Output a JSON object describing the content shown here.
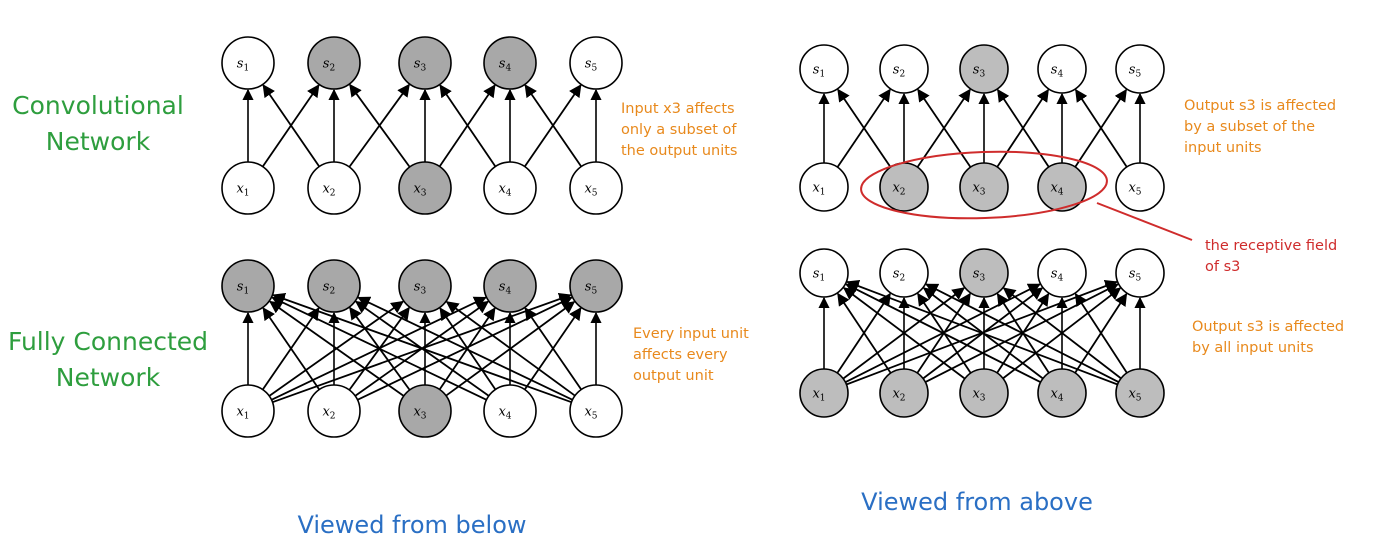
{
  "labels": {
    "conv": [
      "Convolutional",
      "Network"
    ],
    "fc": [
      "Fully Connected",
      "Network"
    ]
  },
  "notes": {
    "conv_below": [
      "Input x3 affects",
      "only a subset of",
      "the output units"
    ],
    "fc_below": [
      "Every input unit",
      "affects every",
      "output unit"
    ],
    "conv_above": [
      "Output s3 is affected",
      "by a subset of the",
      "input units"
    ],
    "fc_above": [
      "Output s3 is affected",
      "by all input units"
    ],
    "receptive": [
      "the receptive field",
      "of s3"
    ]
  },
  "captions": {
    "below": "Viewed from below",
    "above": "Viewed from above"
  },
  "nodes": {
    "outputs": [
      [
        "s",
        "1"
      ],
      [
        "s",
        "2"
      ],
      [
        "s",
        "3"
      ],
      [
        "s",
        "4"
      ],
      [
        "s",
        "5"
      ]
    ],
    "inputs": [
      [
        "x",
        "1"
      ],
      [
        "x",
        "2"
      ],
      [
        "x",
        "3"
      ],
      [
        "x",
        "4"
      ],
      [
        "x",
        "5"
      ]
    ]
  },
  "colors": {
    "shaded": "#bdbdbd",
    "shaded_dark": "#a8a8a8",
    "label_green": "#2e9e3e",
    "note_orange": "#e8891c",
    "caption_blue": "#2a6fc4",
    "highlight_red": "#cf2c2c"
  },
  "diagrams": [
    {
      "id": "conv-below",
      "name": "conv-network-viewed-from-below",
      "connectivity": "local",
      "shaded_outputs": [
        2,
        3,
        4
      ],
      "shaded_inputs": [
        3
      ]
    },
    {
      "id": "fc-below",
      "name": "fully-connected-network-viewed-from-below",
      "connectivity": "full",
      "shaded_outputs": [
        1,
        2,
        3,
        4,
        5
      ],
      "shaded_inputs": [
        3
      ]
    },
    {
      "id": "conv-above",
      "name": "conv-network-viewed-from-above",
      "connectivity": "local",
      "shaded_outputs": [
        3
      ],
      "shaded_inputs": [
        2,
        3,
        4
      ]
    },
    {
      "id": "fc-above",
      "name": "fully-connected-network-viewed-from-above",
      "connectivity": "full",
      "shaded_outputs": [
        3
      ],
      "shaded_inputs": [
        1,
        2,
        3,
        4,
        5
      ]
    }
  ]
}
